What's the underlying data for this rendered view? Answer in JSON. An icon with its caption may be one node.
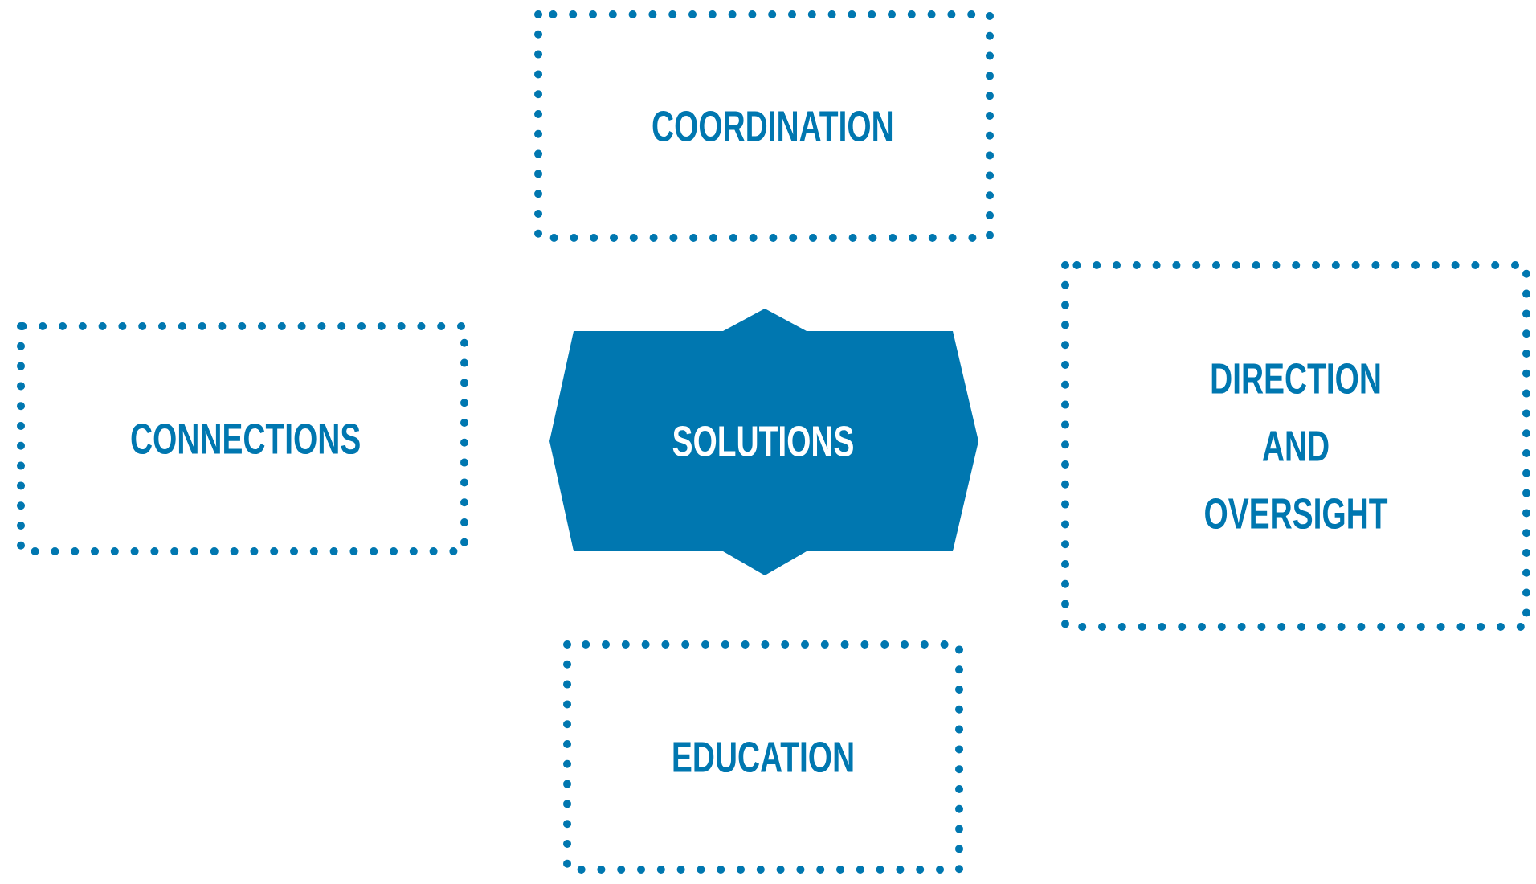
{
  "diagram": {
    "nodes": [
      {
        "text": [
          "COORDINATION"
        ]
      },
      {
        "text": [
          "CONNECTIONS"
        ]
      },
      {
        "text": [
          "SOLUTIONS"
        ]
      },
      {
        "text": [
          "DIRECTION AND OVERSIGHT"
        ]
      },
      {
        "text": [
          "EDUCATION"
        ]
      }
    ]
  }
}
